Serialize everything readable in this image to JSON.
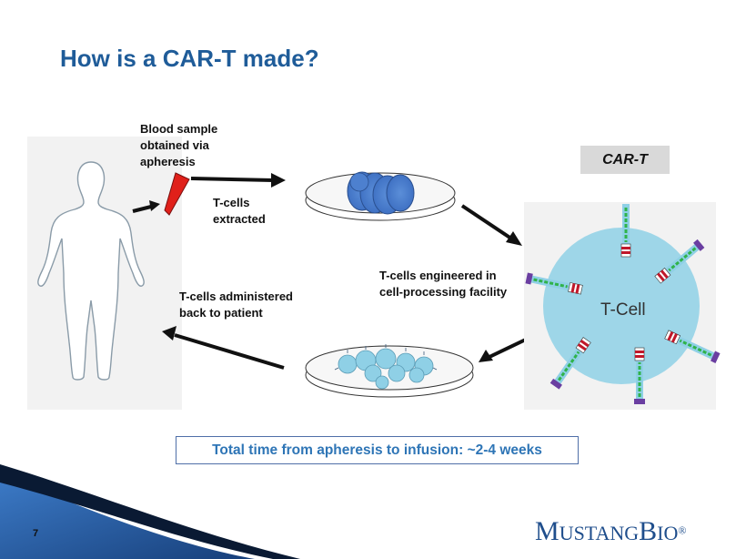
{
  "slide": {
    "title": "How is a CAR-T made?",
    "page_number": "7"
  },
  "labels": {
    "blood_sample": "Blood sample\nobtained via\napheresis",
    "t_cells_extracted": "T-cells\nextracted",
    "t_cells_engineered": "T-cells engineered in\ncell-processing facility",
    "t_cells_administered": "T-cells administered\nback to patient"
  },
  "car_t_badge": "CAR-T",
  "t_cell_label": "T-Cell",
  "total_time": "Total time from apheresis to infusion: ~2-4 weeks",
  "brand": {
    "first_initial": "M",
    "first_rest": "USTANG",
    "second_initial": "B",
    "second_rest": "IO",
    "trademark": "®"
  },
  "colors": {
    "title_blue": "#1f5c99",
    "cell_blue": "#8fd0e6",
    "t_cell_circle": "#9ed6e8",
    "tube_red": "#e0201a",
    "banner_dark": "#1f4e8c"
  }
}
